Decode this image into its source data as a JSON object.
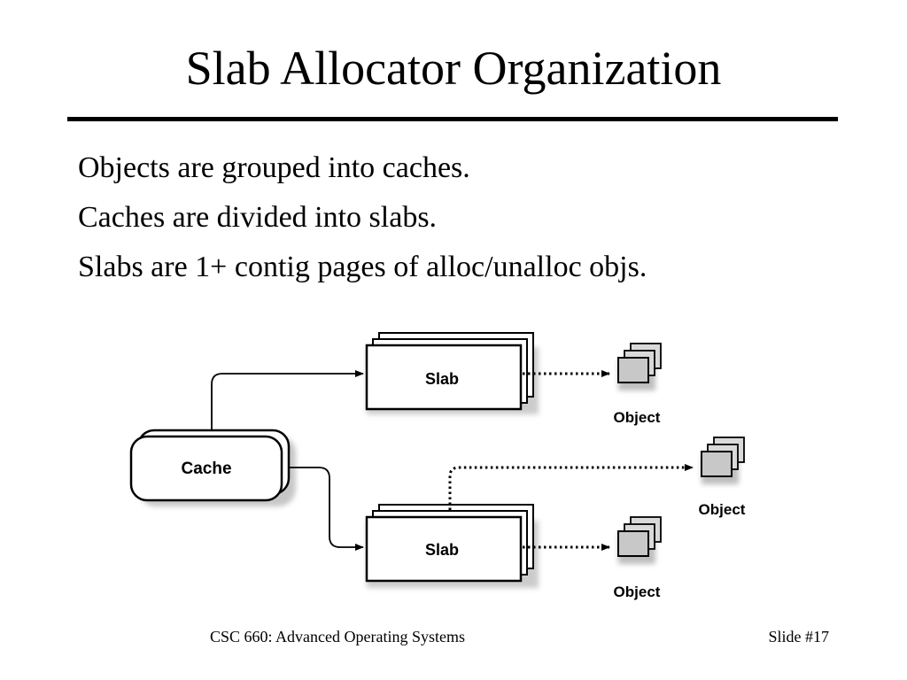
{
  "slide": {
    "title": "Slab Allocator Organization",
    "bullets": [
      "Objects are grouped into caches.",
      "Caches are divided into slabs.",
      "Slabs are 1+ contig pages of alloc/unalloc objs."
    ]
  },
  "diagram": {
    "cache_label": "Cache",
    "slab_top_label": "Slab",
    "slab_bottom_label": "Slab",
    "object_top_label": "Object",
    "object_middle_label": "Object",
    "object_bottom_label": "Object"
  },
  "footer": {
    "course": "CSC 660: Advanced Operating Systems",
    "slide_number": "Slide #17"
  }
}
